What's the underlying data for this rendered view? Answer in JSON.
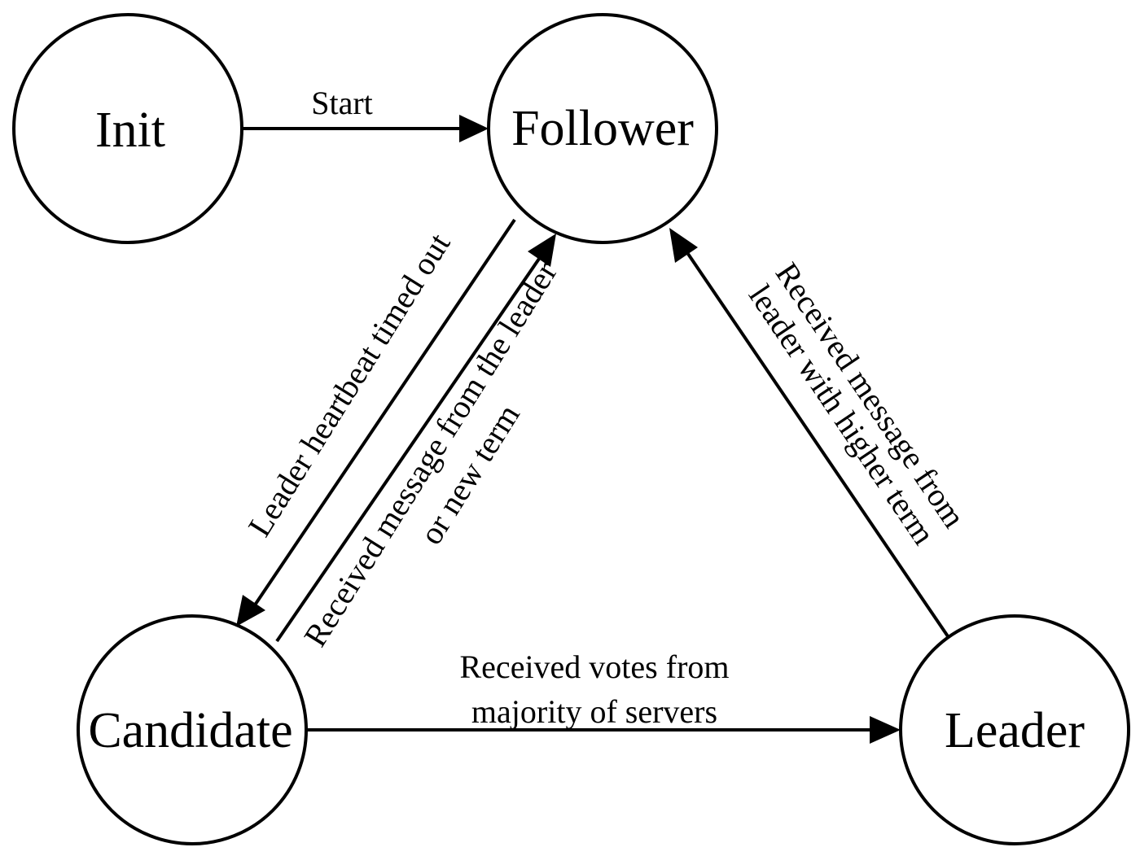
{
  "diagram": {
    "nodes": {
      "init": "Init",
      "follower": "Follower",
      "candidate": "Candidate",
      "leader": "Leader"
    },
    "edges": {
      "start": "Start",
      "heartbeat_timeout": "Leader heartbeat timed out",
      "received_from_leader_line1": "Received message from the leader",
      "received_from_leader_line2": "or new term",
      "votes_line1": "Received votes from",
      "votes_line2": "majority of servers",
      "higher_term_line1": "Received message from",
      "higher_term_line2": "leader with higher term"
    },
    "colors": {
      "stroke": "#000000",
      "background": "#ffffff"
    }
  }
}
